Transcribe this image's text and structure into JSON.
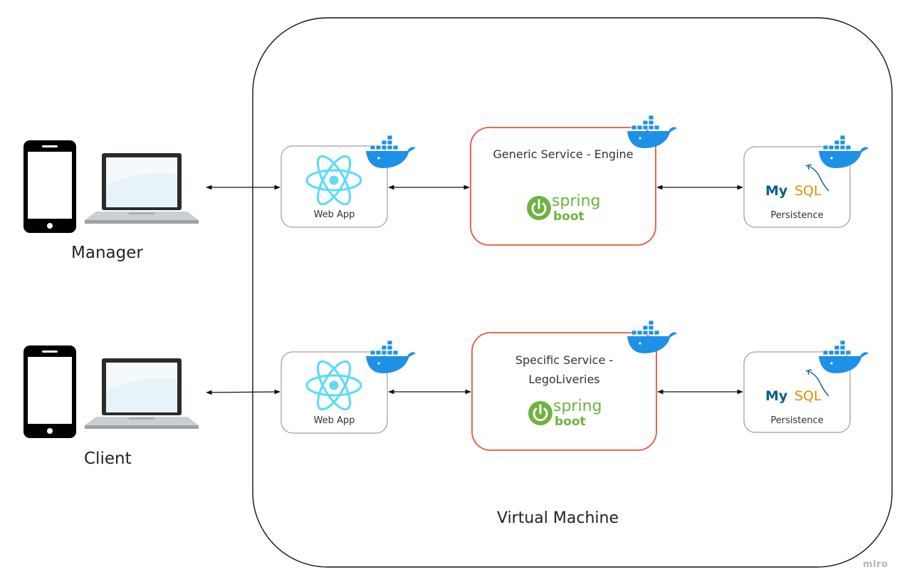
{
  "diagram": {
    "actors": [
      {
        "label": "Manager",
        "icons": [
          "phone-icon",
          "laptop-icon"
        ]
      },
      {
        "label": "Client",
        "icons": [
          "phone-icon",
          "laptop-icon"
        ]
      }
    ],
    "container": {
      "label": "Virtual Machine"
    },
    "nodes": {
      "webapp_top": {
        "label": "Web App",
        "icon": "react-icon",
        "badge": "docker-icon"
      },
      "webapp_bottom": {
        "label": "Web App",
        "icon": "react-icon",
        "badge": "docker-icon"
      },
      "generic_service": {
        "label": "Generic Service - Engine",
        "logo": "spring-boot-logo",
        "badge": "docker-icon"
      },
      "specific_service": {
        "label_line1": "Specific Service -",
        "label_line2": "LegoLiveries",
        "logo": "spring-boot-logo",
        "badge": "docker-icon"
      },
      "persistence_top": {
        "label": "Persistence",
        "logo": "mysql-logo",
        "badge": "docker-icon"
      },
      "persistence_bottom": {
        "label": "Persistence",
        "logo": "mysql-logo",
        "badge": "docker-icon"
      }
    },
    "logo_text": {
      "spring": "spring",
      "boot": "boot",
      "mysql_my": "My",
      "mysql_sql": "SQL"
    },
    "colors": {
      "service_border": "#e8553c",
      "react": "#61dafb",
      "docker": "#1d91e6",
      "spring": "#6db33f",
      "mysql_blue": "#00618a",
      "mysql_orange": "#e48e00"
    },
    "watermark": "miro"
  }
}
